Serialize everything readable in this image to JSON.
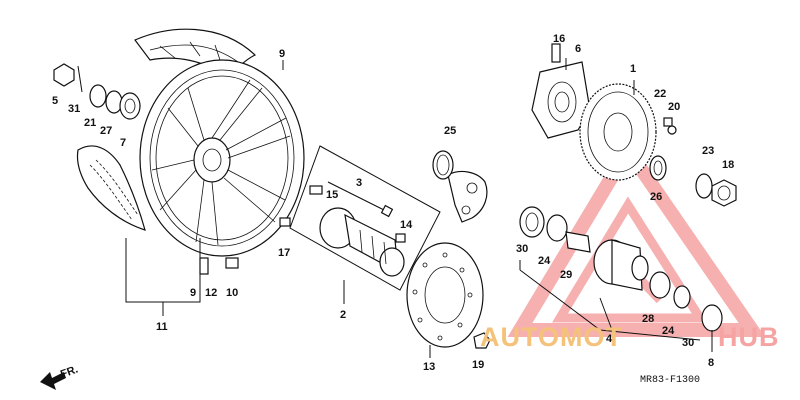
{
  "labels": {
    "p1": "1",
    "p2": "2",
    "p3": "3",
    "p4": "4",
    "p5": "5",
    "p6": "6",
    "p7": "7",
    "p8": "8",
    "p9a": "9",
    "p9b": "9",
    "p10": "10",
    "p11": "11",
    "p12": "12",
    "p13": "13",
    "p14": "14",
    "p15": "15",
    "p16": "16",
    "p17": "17",
    "p18": "18",
    "p19": "19",
    "p20": "20",
    "p21": "21",
    "p22": "22",
    "p23": "23",
    "p24a": "24",
    "p24b": "24",
    "p25": "25",
    "p26": "26",
    "p27": "27",
    "p28": "28",
    "p29": "29",
    "p30a": "30",
    "p30b": "30",
    "p31": "31"
  },
  "diagram_code": "MR83-F1300",
  "direction_label": "FR.",
  "watermark": {
    "left": "AUTOMOT",
    "right": "HUB",
    "color_red": "#f5a3a3",
    "color_orange": "#f4c27a"
  }
}
